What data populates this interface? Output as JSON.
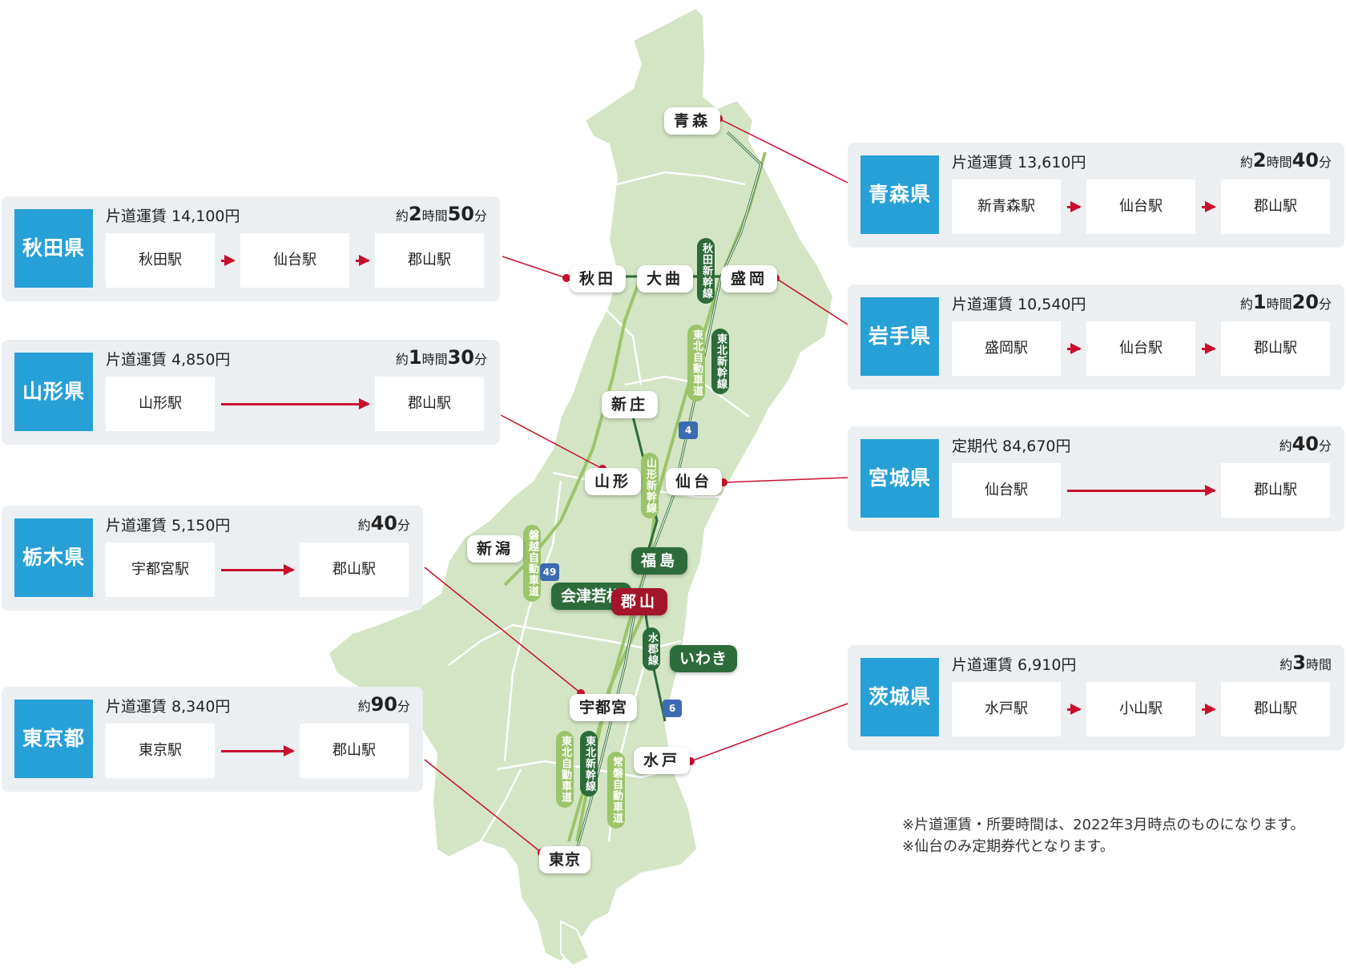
{
  "cities": {
    "aomori": "青森",
    "akita": "秋田",
    "omagari": "大曲",
    "morioka": "盛岡",
    "shinjo": "新庄",
    "yamagata": "山形",
    "sendai": "仙台",
    "niigata": "新潟",
    "fukushima": "福島",
    "aizu": "会津若松",
    "koriyama": "郡山",
    "iwaki": "いわき",
    "utsunomiya": "宇都宮",
    "mito": "水戸",
    "tokyo": "東京"
  },
  "lines": {
    "akita_shinkansen": "秋田新幹線",
    "tohoku_expressway_north": "東北自動車道",
    "tohoku_shinkansen_north": "東北新幹線",
    "yamagata_shinkansen": "山形新幹線",
    "banetsu_expressway": "磐越自動車道",
    "suigun_line": "水郡線",
    "tohoku_expressway_south": "東北自動車道",
    "tohoku_shinkansen_south": "東北新幹線",
    "joban_expressway": "常磐自動車道"
  },
  "shields": {
    "r4": "4",
    "r49": "49",
    "r6": "6"
  },
  "colors": {
    "map_land": "#d3e5c4",
    "map_border": "#ffffff",
    "accent_blue": "#27a0d8",
    "route_red": "#c8102e",
    "rail_green": "#2e6b3a",
    "road_green": "#9cc46a",
    "hub_red": "#a3152a"
  },
  "cards": {
    "aomori": {
      "pref": "青森県",
      "fare": "片道運賃 13,610円",
      "time_pre": "約",
      "time_a": "2",
      "time_mid": "時間",
      "time_b": "40",
      "time_post": "分",
      "stations": [
        "新青森駅",
        "仙台駅",
        "郡山駅"
      ]
    },
    "akita": {
      "pref": "秋田県",
      "fare": "片道運賃 14,100円",
      "time_pre": "約",
      "time_a": "2",
      "time_mid": "時間",
      "time_b": "50",
      "time_post": "分",
      "stations": [
        "秋田駅",
        "仙台駅",
        "郡山駅"
      ]
    },
    "iwate": {
      "pref": "岩手県",
      "fare": "片道運賃 10,540円",
      "time_pre": "約",
      "time_a": "1",
      "time_mid": "時間",
      "time_b": "20",
      "time_post": "分",
      "stations": [
        "盛岡駅",
        "仙台駅",
        "郡山駅"
      ]
    },
    "yamagata": {
      "pref": "山形県",
      "fare": "片道運賃 4,850円",
      "time_pre": "約",
      "time_a": "1",
      "time_mid": "時間",
      "time_b": "30",
      "time_post": "分",
      "stations": [
        "山形駅",
        "郡山駅"
      ]
    },
    "miyagi": {
      "pref": "宮城県",
      "fare": "定期代  84,670円",
      "time_pre": "約",
      "time_b": "40",
      "time_post": "分",
      "stations": [
        "仙台駅",
        "郡山駅"
      ]
    },
    "tochigi": {
      "pref": "栃木県",
      "fare": "片道運賃 5,150円",
      "time_pre": "約",
      "time_b": "40",
      "time_post": "分",
      "stations": [
        "宇都宮駅",
        "郡山駅"
      ]
    },
    "ibaraki": {
      "pref": "茨城県",
      "fare": "片道運賃 6,910円",
      "time_pre": "約",
      "time_a": "3",
      "time_mid": "時間",
      "stations": [
        "水戸駅",
        "小山駅",
        "郡山駅"
      ]
    },
    "tokyo": {
      "pref": "東京都",
      "fare": "片道運賃 8,340円",
      "time_pre": "約",
      "time_b": "90",
      "time_post": "分",
      "stations": [
        "東京駅",
        "郡山駅"
      ]
    }
  },
  "notes": [
    "※片道運賃・所要時間は、2022年3月時点のものになります。",
    "※仙台のみ定期券代となります。"
  ]
}
